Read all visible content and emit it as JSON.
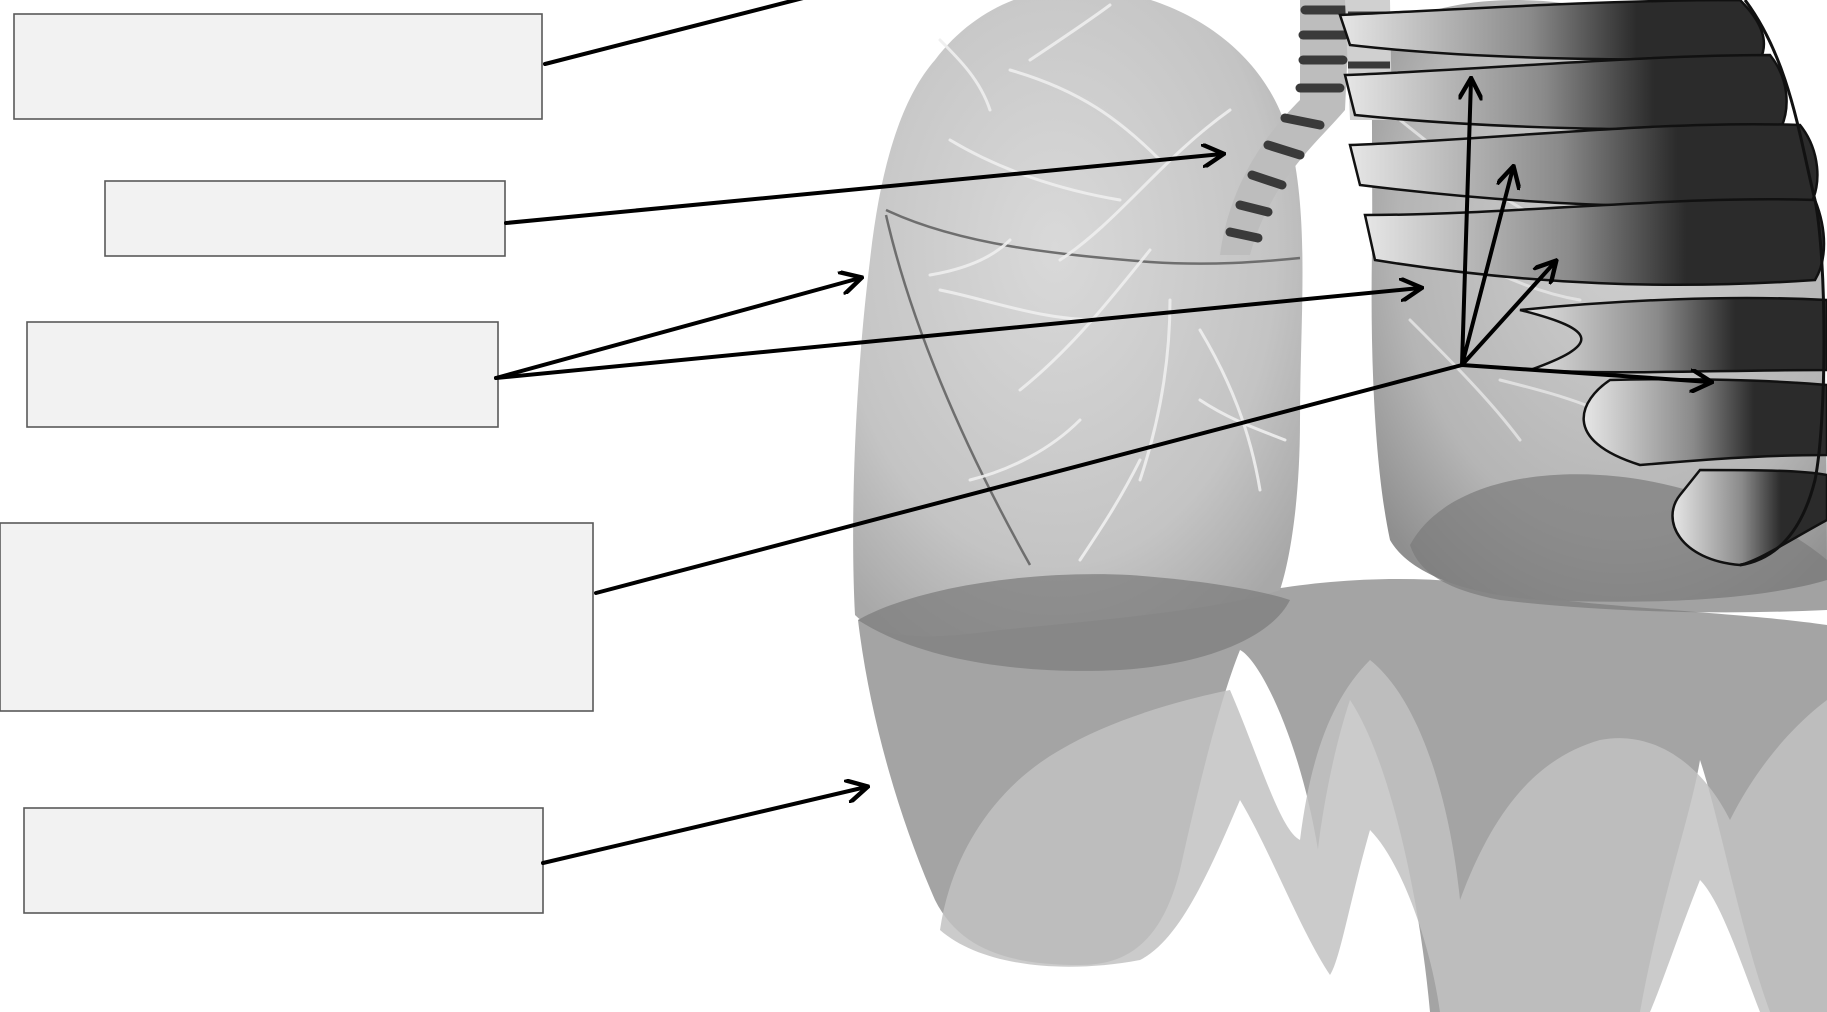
{
  "diagram": {
    "subject": "lungs",
    "labels": [
      {
        "id": "label-1",
        "text": ""
      },
      {
        "id": "label-2",
        "text": ""
      },
      {
        "id": "label-3",
        "text": ""
      },
      {
        "id": "label-4",
        "text": ""
      },
      {
        "id": "label-5",
        "text": ""
      }
    ],
    "colors": {
      "box_fill": "#f2f2f2",
      "box_border": "#595959",
      "arrow": "#000000",
      "lung_light": "#d6d6d6",
      "lung_mid": "#b3b3b3",
      "rib_dark": "#2b2b2b",
      "diaphragm": "#9a9a9a"
    }
  }
}
